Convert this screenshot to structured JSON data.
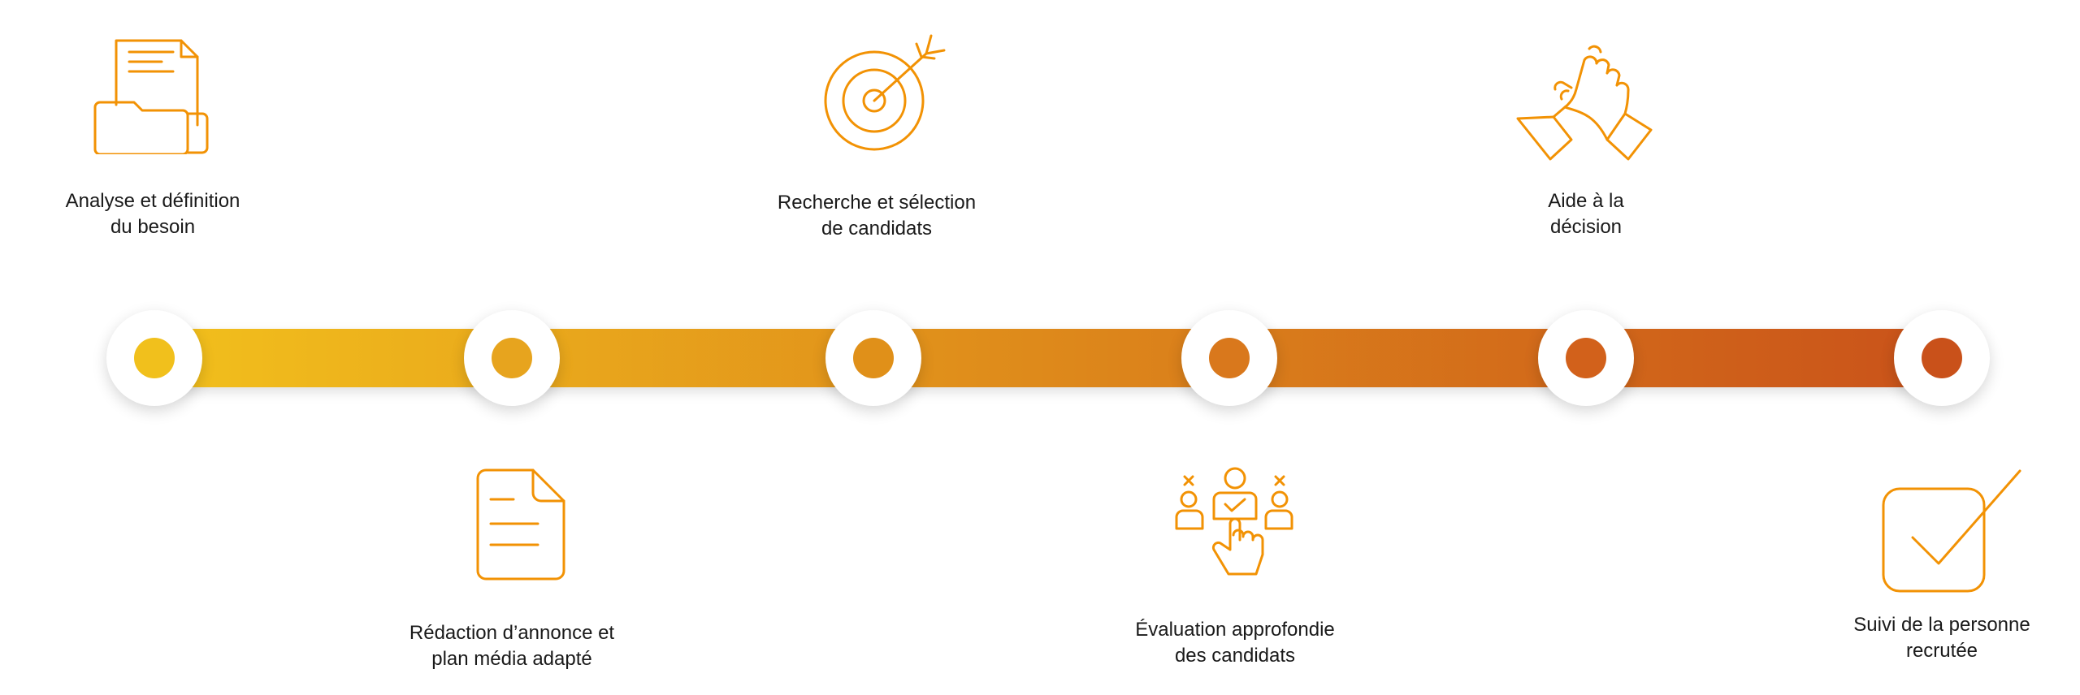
{
  "colors": {
    "icon_stroke": "#f29204",
    "gradient_start": "#f2c01c",
    "gradient_end": "#c9511a",
    "node_fill": "#ffffff"
  },
  "steps": [
    {
      "label": "Analyse et définition\ndu besoin",
      "icon": "folder-document-icon",
      "dot_color": "#f1c01c"
    },
    {
      "label": "Rédaction d’annonce et\nplan média adapté",
      "icon": "document-lines-icon",
      "dot_color": "#e7a41e"
    },
    {
      "label": "Recherche et sélection\nde candidats",
      "icon": "target-arrow-icon",
      "dot_color": "#e09019"
    },
    {
      "label": "Évaluation approfondie\ndes candidats",
      "icon": "candidate-selection-icon",
      "dot_color": "#d9781c"
    },
    {
      "label": "Aide à la\ndécision",
      "icon": "handshake-icon",
      "dot_color": "#d2611b"
    },
    {
      "label": "Suivi de la personne\nrecrutée",
      "icon": "checkbox-check-icon",
      "dot_color": "#c9511a"
    }
  ]
}
